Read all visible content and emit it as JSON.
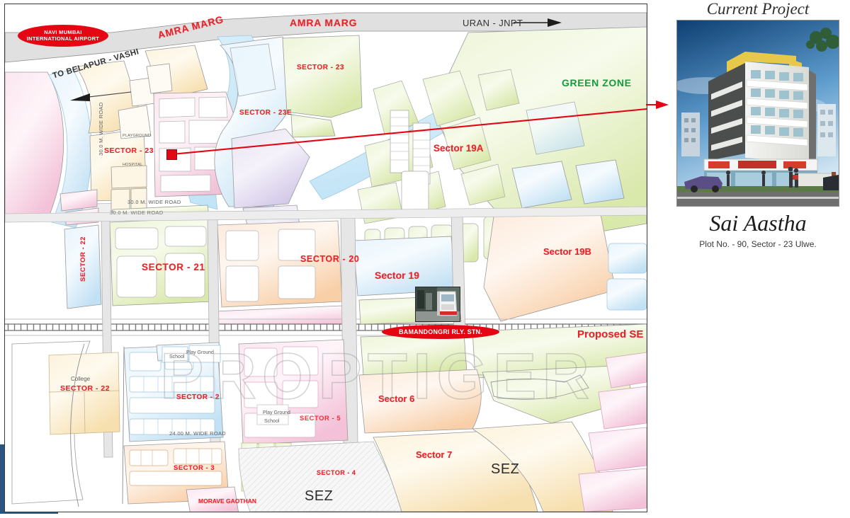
{
  "map": {
    "watermark": "PROPTIGER",
    "roads": [
      {
        "id": "amra-marg-top",
        "label": "AMRA MARG"
      },
      {
        "id": "amra-marg-left",
        "label": "AMRA MARG"
      },
      {
        "id": "uran-jnpt",
        "label": "URAN - JNPT"
      },
      {
        "id": "to-belapur-vashi",
        "label": "TO BELAPUR - VASHI"
      },
      {
        "id": "wide-road-30-v",
        "label": "30.0 M. WIDE ROAD"
      },
      {
        "id": "wide-road-30-h",
        "label": "30.0 M. WIDE ROAD"
      },
      {
        "id": "wide-road-30-h2",
        "label": "30.0 M. WIDE ROAD"
      },
      {
        "id": "wide-road-24",
        "label": "24.00 M. WIDE ROAD"
      }
    ],
    "badges": [
      {
        "id": "airport",
        "line1": "NAVI MUMBAI",
        "line2": "INTERNATIONAL AIRPORT"
      },
      {
        "id": "railway-station",
        "line1": "BAMANDONGRI RLY. STN.",
        "line2": ""
      }
    ],
    "sectors": [
      {
        "id": "sector-23",
        "label": "SECTOR - 23"
      },
      {
        "id": "sector-23b",
        "label": "SECTOR - 23"
      },
      {
        "id": "sector-23e",
        "label": "SECTOR - 23E"
      },
      {
        "id": "sector-22-v",
        "label": "SECTOR - 22"
      },
      {
        "id": "sector-21",
        "label": "SECTOR - 21"
      },
      {
        "id": "sector-20",
        "label": "SECTOR - 20"
      },
      {
        "id": "sector-19",
        "label": "Sector 19"
      },
      {
        "id": "sector-19a",
        "label": "Sector 19A"
      },
      {
        "id": "sector-19b",
        "label": "Sector 19B"
      },
      {
        "id": "sector-22",
        "label": "SECTOR - 22"
      },
      {
        "id": "sector-2",
        "label": "SECTOR - 2"
      },
      {
        "id": "sector-3",
        "label": "SECTOR - 3"
      },
      {
        "id": "sector-5",
        "label": "SECTOR - 5"
      },
      {
        "id": "sector-4",
        "label": "SECTOR - 4"
      },
      {
        "id": "sector-6",
        "label": "Sector 6"
      },
      {
        "id": "sector-7",
        "label": "Sector  7"
      }
    ],
    "zones": [
      {
        "id": "green-zone",
        "label": "GREEN ZONE",
        "color": "#169b3e"
      },
      {
        "id": "proposed-sez",
        "label": "Proposed SE",
        "color": "#e8232a"
      },
      {
        "id": "sez-1",
        "label": "SEZ",
        "color": "#2b2b2b"
      },
      {
        "id": "sez-2",
        "label": "SEZ",
        "color": "#2b2b2b"
      }
    ],
    "amenities": [
      {
        "id": "college",
        "label": "College"
      },
      {
        "id": "morave-gaothan",
        "label": "MORAVE GAOTHAN"
      },
      {
        "id": "school-1",
        "label": "School"
      },
      {
        "id": "playground-1",
        "label": "Play Ground"
      },
      {
        "id": "school-2",
        "label": "School"
      },
      {
        "id": "playground-2",
        "label": "Play Ground"
      },
      {
        "id": "hospital",
        "label": "HOSPITAL"
      },
      {
        "id": "playground-3",
        "label": "PLAYGROUND"
      }
    ],
    "marker": {
      "label": "Sai Aastha site"
    }
  },
  "panel": {
    "title": "Current Project",
    "project_name": "Sai Aastha",
    "project_address": "Plot No. - 90, Sector - 23 Ulwe.",
    "photo_alt": "Sai Aastha building elevation"
  },
  "colors": {
    "accent_red": "#e8232a",
    "green_zone": "#169b3e",
    "badge_red": "#e40613",
    "strip_blue": "#2a5580"
  }
}
